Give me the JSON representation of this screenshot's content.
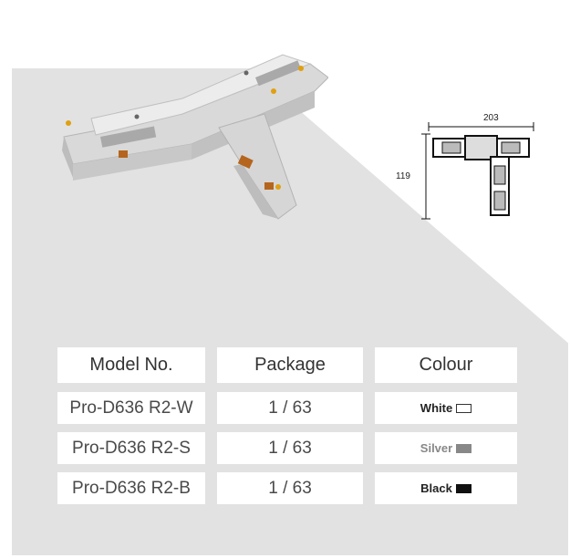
{
  "dimensions": {
    "width_label": "203",
    "height_label": "119"
  },
  "table": {
    "headers": [
      "Model No.",
      "Package",
      "Colour"
    ],
    "rows": [
      {
        "model": "Pro-D636 R2-W",
        "package": "1 / 63",
        "colour": "White",
        "swatch": "#ffffff"
      },
      {
        "model": "Pro-D636 R2-S",
        "package": "1 / 63",
        "colour": "Silver",
        "swatch": "#888888"
      },
      {
        "model": "Pro-D636 R2-B",
        "package": "1 / 63",
        "colour": "Black",
        "swatch": "#111111"
      }
    ]
  }
}
